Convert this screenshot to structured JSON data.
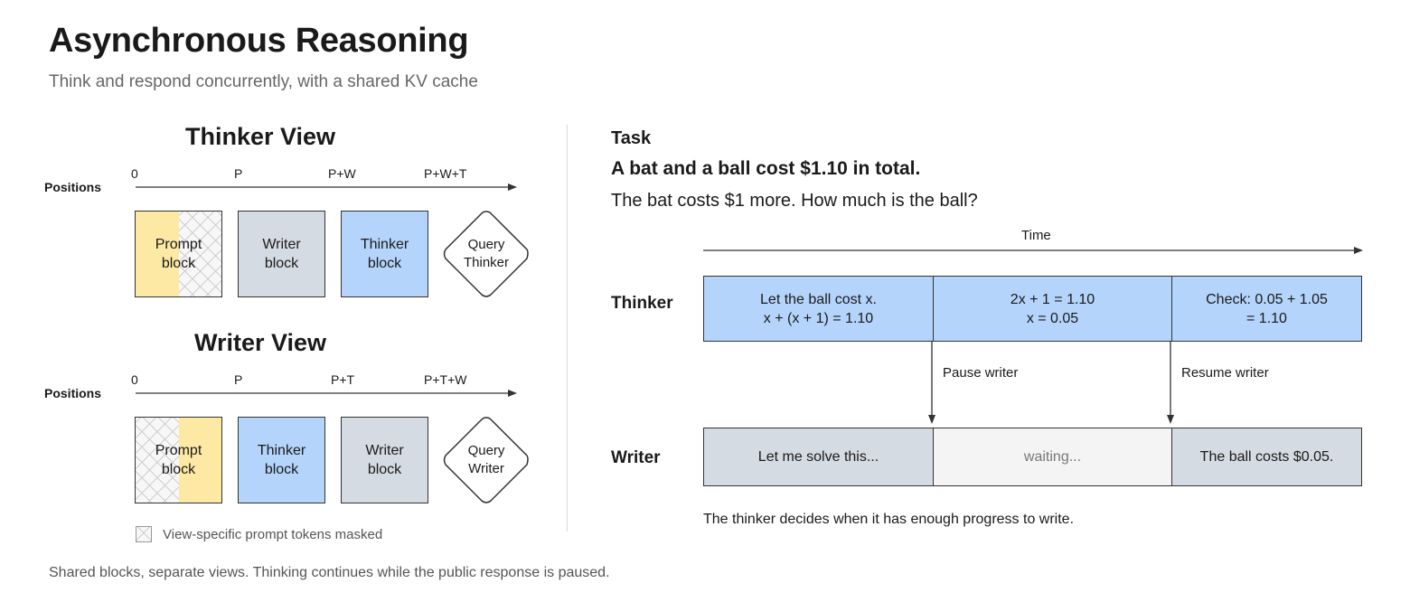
{
  "header": {
    "title": "Asynchronous Reasoning",
    "subtitle": "Think and respond concurrently, with a shared KV cache"
  },
  "thinker_view": {
    "title": "Thinker View",
    "positions_label": "Positions",
    "ticks": [
      "0",
      "P",
      "P+W",
      "P+W+T"
    ],
    "blocks": [
      {
        "label": "Prompt\nblock"
      },
      {
        "label": "Writer\nblock"
      },
      {
        "label": "Thinker\nblock"
      }
    ],
    "query": "Query\nThinker"
  },
  "writer_view": {
    "title": "Writer View",
    "positions_label": "Positions",
    "ticks": [
      "0",
      "P",
      "P+T",
      "P+T+W"
    ],
    "blocks": [
      {
        "label": "Prompt\nblock"
      },
      {
        "label": "Thinker\nblock"
      },
      {
        "label": "Writer\nblock"
      }
    ],
    "query": "Query\nWriter"
  },
  "legend": {
    "masked": "View-specific prompt tokens masked"
  },
  "task": {
    "label": "Task",
    "problem": "A bat and a ball cost $1.10 in total.",
    "question": "The bat costs $1 more. How much is the ball?"
  },
  "timeline": {
    "time_label": "Time",
    "thinker": {
      "label": "Thinker",
      "segments": [
        "Let the ball cost x.\nx + (x + 1) = 1.10",
        "2x + 1 = 1.10\nx = 0.05",
        "Check: 0.05 + 1.05\n= 1.10"
      ]
    },
    "writer": {
      "label": "Writer",
      "segments": [
        "Let me solve this...",
        "waiting...",
        "The ball costs $0.05."
      ]
    },
    "events": [
      "Pause writer",
      "Resume writer"
    ],
    "note": "The thinker decides when it has enough progress to write."
  },
  "footer": "Shared blocks, separate views. Thinking continues while the public response is paused.",
  "colors": {
    "thinker": "#b4d4fb",
    "writer": "#d5dbe2",
    "prompt": "#fde9a3",
    "waiting": "#f4f4f4"
  }
}
